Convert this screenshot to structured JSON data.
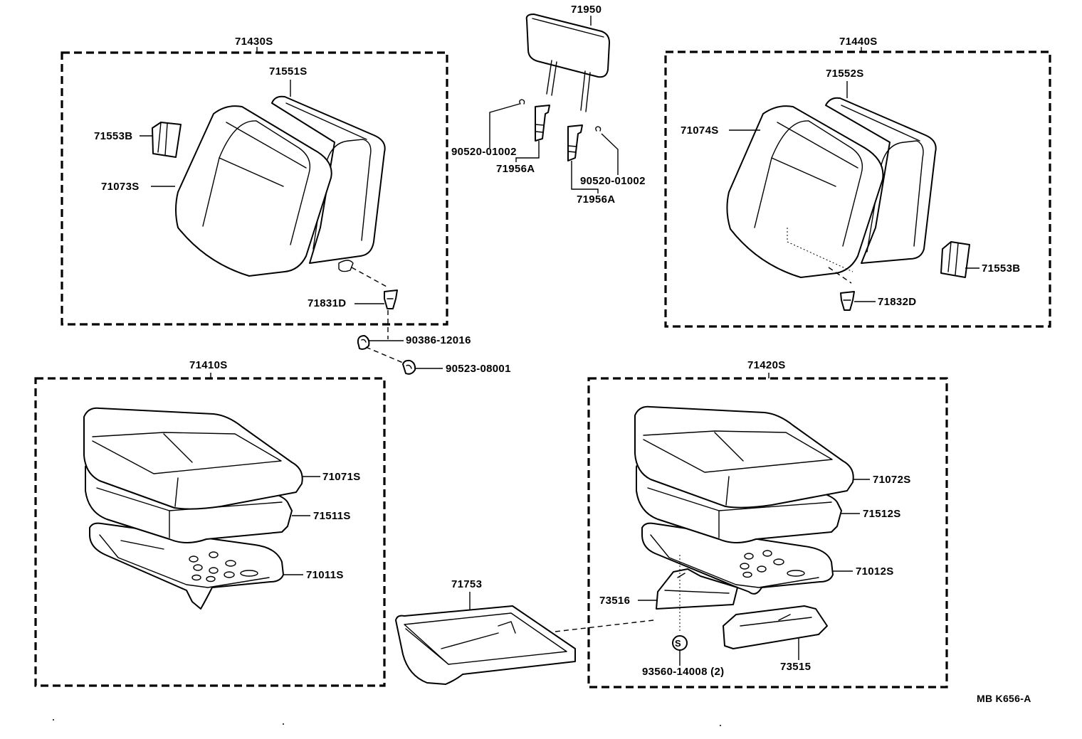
{
  "groups": {
    "front_back_left": "71430S",
    "front_back_right": "71440S",
    "cushion_left": "71410S",
    "cushion_right": "71420S"
  },
  "parts": {
    "headrest": "71950",
    "back_cover_left": "71073S",
    "back_pad_left": "71551S",
    "hook_left": "71553B",
    "back_cover_right": "71074S",
    "back_pad_right": "71552S",
    "hook_right": "71553B",
    "support_left_clip": "90520-01002",
    "support_left": "71956A",
    "support_right_clip": "90520-01002",
    "support_right": "71956A",
    "bushing_left": "71831D",
    "bushing_right": "71832D",
    "clip_a": "90386-12016",
    "clip_b": "90523-08001",
    "cushion_cover_left": "71071S",
    "cushion_pad_left": "71511S",
    "cushion_frame_left": "71011S",
    "cushion_cover_right": "71072S",
    "cushion_pad_right": "71512S",
    "cushion_frame_right": "71012S",
    "tray": "71753",
    "bracket_a": "73516",
    "bracket_b": "73515",
    "screw": "93560-14008 (2)",
    "screw_symbol": "S"
  },
  "ref_code": "MB K656-A"
}
